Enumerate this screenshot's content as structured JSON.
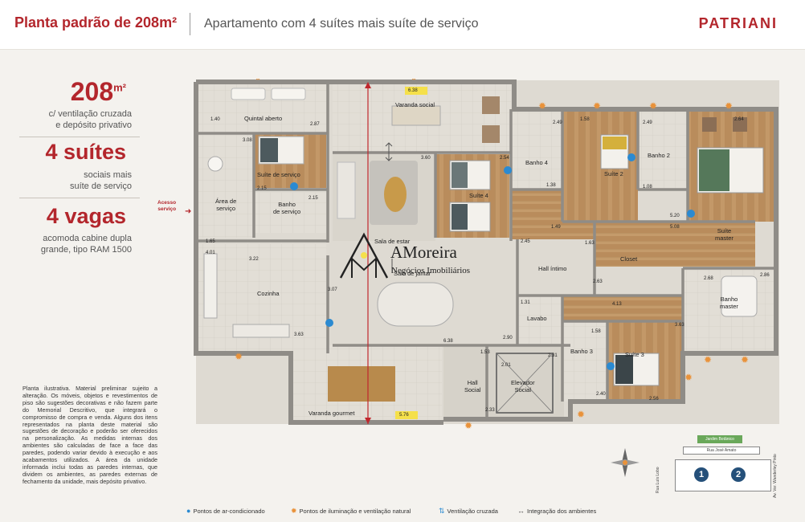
{
  "header": {
    "title": "Planta padrão de 208m²",
    "subtitle": "Apartamento com 4 suítes mais suíte de serviço",
    "brand": "PATRIANI"
  },
  "stats": [
    {
      "value": "208",
      "unit": "m²",
      "desc": "c/ ventilação cruzada\ne depósito privativo"
    },
    {
      "value": "4 suítes",
      "unit": "",
      "desc": "sociais mais\nsuíte de serviço"
    },
    {
      "value": "4 vagas",
      "unit": "",
      "desc": "acomoda cabine dupla\ngrande, tipo RAM 1500"
    }
  ],
  "access_label": "Acesso\nserviço",
  "disclaimer": "Planta ilustrativa. Material preliminar sujeito a alteração. Os móveis, objetos e revestimentos de piso são sugestões decorativas e não fazem parte do Memorial Descritivo, que integrará o compromisso de compra e venda. Alguns dos itens representados na planta deste material são sugestões de decoração e poderão ser oferecidos na personalização. As medidas internas dos ambientes são calculadas de face a face das paredes, podendo variar devido à execução e aos acabamentos utilizados. A área da unidade informada inclui todas as paredes internas, que dividem os ambientes, as paredes externas de fechamento da unidade, mais depósito privativo.",
  "rooms": {
    "quintal": "Quintal aberto",
    "suite_servico": "Suíte de serviço",
    "area_servico": "Área de\nserviço",
    "banho_servico": "Banho\nde serviço",
    "cozinha": "Cozinha",
    "varanda_social": "Varanda social",
    "sala_estar": "Sala de estar",
    "sala_jantar": "Sala de jantar",
    "varanda_gourmet": "Varanda gourmet",
    "suite4": "Suíte 4",
    "banho4": "Banho 4",
    "suite2": "Suíte 2",
    "banho2": "Banho 2",
    "suite_master": "Suíte\nmaster",
    "closet": "Closet",
    "hall_intimo": "Hall íntimo",
    "banho_master": "Banho\nmaster",
    "lavabo": "Lavabo",
    "banho3": "Banho 3",
    "suite3": "Suíte 3",
    "hall_social": "Hall\nSocial",
    "elevador_social": "Elevador\nSocial"
  },
  "dimensions": {
    "d_638": "6.38",
    "d_576": "5.76",
    "d_140": "1.40",
    "d_287": "2.87",
    "d_308": "3.08",
    "d_215a": "2.15",
    "d_215b": "2.15",
    "d_165": "1.65",
    "d_401": "4.01",
    "d_322": "3.22",
    "d_307": "3.07",
    "d_363": "3.63",
    "d_360": "3.60",
    "d_254": "2.54",
    "d_249a": "2.49",
    "d_158": "1.58",
    "d_249b": "2.49",
    "d_264": "2.64",
    "d_138": "1.38",
    "d_108": "1.08",
    "d_520": "5.20",
    "d_508": "5.08",
    "d_245": "2.45",
    "d_149": "1.49",
    "d_163": "1.63",
    "d_268": "2.68",
    "d_286": "2.86",
    "d_263": "2.63",
    "d_413": "4.13",
    "d_131": "1.31",
    "d_158b": "1.58",
    "d_638b": "6.38",
    "d_153": "1.53",
    "d_201": "2.01",
    "d_231": "2.31",
    "d_233": "2.33",
    "d_240": "2.40",
    "d_256": "2.56",
    "d_363b": "3.63",
    "d_290": "2.90"
  },
  "watermark": {
    "name": "AMoreira",
    "sub": "Negócios Imobiliários"
  },
  "location_map": {
    "label1": "Jardim Botânico",
    "label2": "Rua José Amato",
    "street1": "Rua Luís Lobo",
    "street2": "Av. Ver. Wanderley Pinto",
    "tower1": "1",
    "tower2": "2"
  },
  "legend": [
    {
      "icon": "ac-point-icon",
      "label": "Pontos de ar-condicionado"
    },
    {
      "icon": "sun-icon",
      "label": "Pontos de iluminação e ventilação natural"
    },
    {
      "icon": "cross-ventilation-icon",
      "label": "Ventilação cruzada"
    },
    {
      "icon": "integration-arrow-icon",
      "label": "Integração dos ambientes"
    }
  ],
  "colors": {
    "brand": "#b3262c",
    "wood": "#b88a5a",
    "tile": "#dcd8d0",
    "wall": "#8f8c87",
    "ac": "#2b8ad1",
    "sun": "#e9923a"
  }
}
